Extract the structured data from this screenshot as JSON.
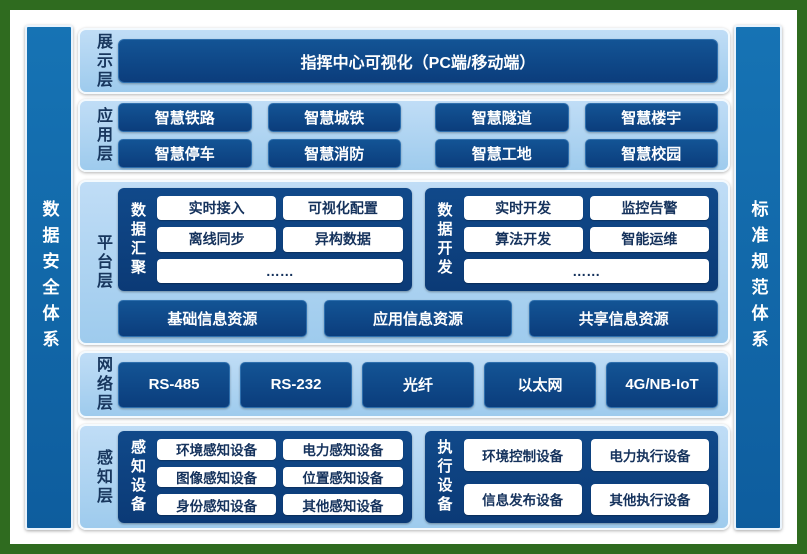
{
  "colors": {
    "frame_green": "#2f6b1f",
    "canvas_white": "#ffffff",
    "sidebar_blue": "#1068aa",
    "panel_light_blue": "#aed5f2",
    "navy_box": "#0c3d7b",
    "layer_label_text": "#17365d",
    "white_box_text": "#15325c"
  },
  "left_bar": {
    "label": "数据安全体系"
  },
  "right_bar": {
    "label": "标准规范体系"
  },
  "layers": {
    "presentation": {
      "label": "展示层",
      "box": "指挥中心可视化（PC端/移动端）"
    },
    "application": {
      "label": "应用层",
      "row1": [
        "智慧铁路",
        "智慧城铁",
        "智慧隧道",
        "智慧楼宇"
      ],
      "row2": [
        "智慧停车",
        "智慧消防",
        "智慧工地",
        "智慧校园"
      ]
    },
    "platform": {
      "label": "平台层",
      "groups": [
        {
          "label": "数据汇聚",
          "items": [
            "实时接入",
            "可视化配置",
            "离线同步",
            "异构数据"
          ],
          "more": "……"
        },
        {
          "label": "数据开发",
          "items": [
            "实时开发",
            "监控告警",
            "算法开发",
            "智能运维"
          ],
          "more": "……"
        }
      ],
      "resources": [
        "基础信息资源",
        "应用信息资源",
        "共享信息资源"
      ]
    },
    "network": {
      "label": "网络层",
      "items": [
        "RS-485",
        "RS-232",
        "光纤",
        "以太网",
        "4G/NB-IoT"
      ]
    },
    "perception": {
      "label": "感知层",
      "groups": [
        {
          "label": "感知设备",
          "items": [
            "环境感知设备",
            "电力感知设备",
            "图像感知设备",
            "位置感知设备",
            "身份感知设备",
            "其他感知设备"
          ]
        },
        {
          "label": "执行设备",
          "items": [
            "环境控制设备",
            "电力执行设备",
            "信息发布设备",
            "其他执行设备"
          ]
        }
      ]
    }
  }
}
